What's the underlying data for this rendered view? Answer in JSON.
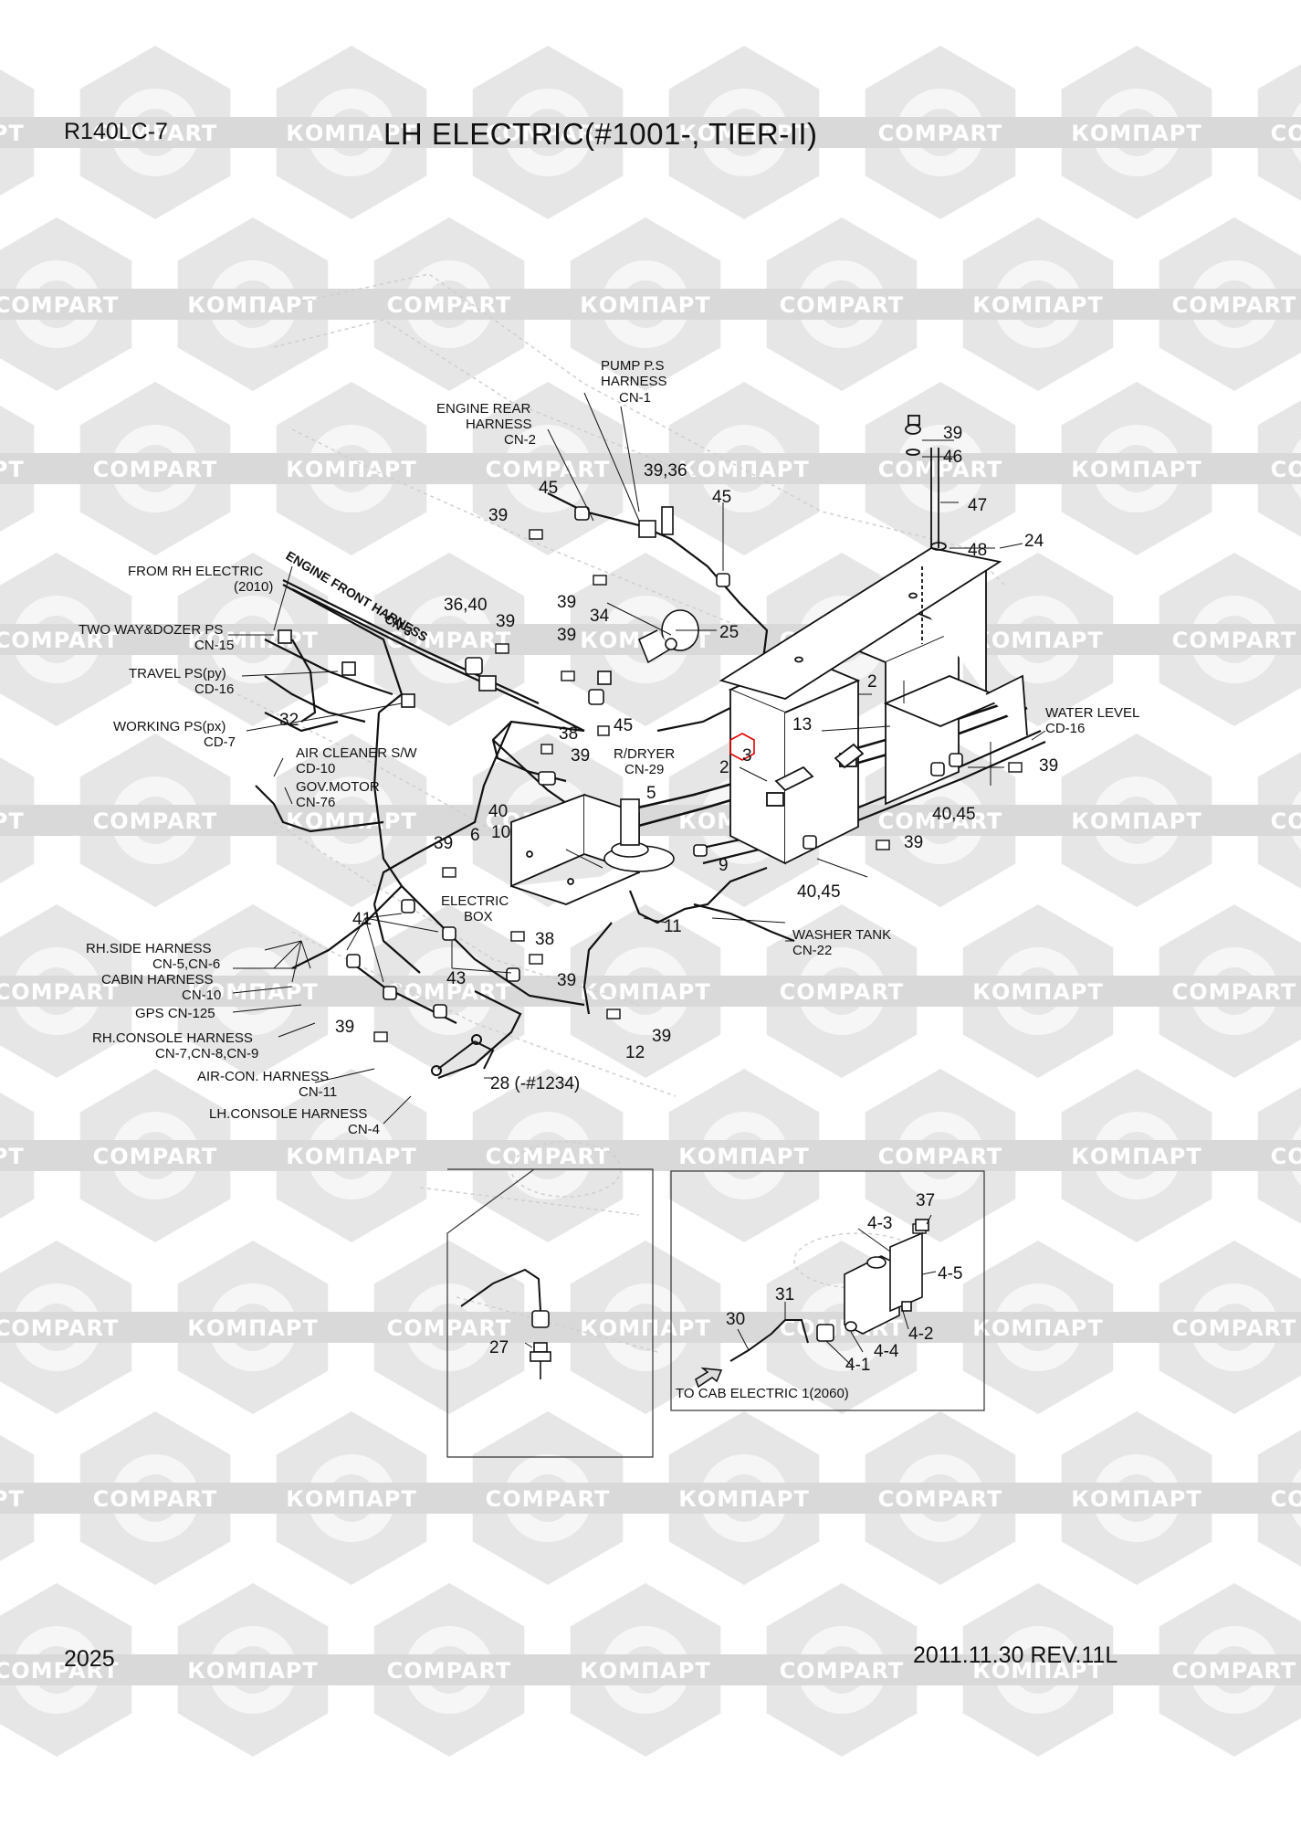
{
  "header": {
    "model": "R140LC-7",
    "title": "LH ELECTRIC(#1001-, TIER-II)"
  },
  "footer": {
    "page_number": "2025",
    "date_revision": "2011.11.30  REV.11L"
  },
  "watermark": {
    "text_cyrillic": "КОМПАРТ",
    "text_latin": "COMPART"
  },
  "notes": {
    "pump_ps": [
      "PUMP P.S",
      "HARNESS",
      "CN-1"
    ],
    "engine_rear": [
      "ENGINE REAR",
      "HARNESS",
      "CN-2"
    ],
    "from_rh": [
      "FROM RH ELECTRIC",
      "(2010)"
    ],
    "engine_front": "ENGINE FRONT HARNESS",
    "engine_front_cn": "CN-3",
    "two_way": [
      "TWO WAY&DOZER PS",
      "CN-15"
    ],
    "travel_ps": [
      "TRAVEL PS(py)",
      "CD-16"
    ],
    "working_ps": [
      "WORKING PS(px)",
      "CD-7"
    ],
    "air_cleaner": [
      "AIR CLEANER S/W",
      "CD-10"
    ],
    "gov_motor": [
      "GOV.MOTOR",
      "CN-76"
    ],
    "r_dryer": [
      "R/DRYER",
      "CN-29"
    ],
    "water_level": [
      "WATER LEVEL",
      "CD-16"
    ],
    "electric_box": [
      "ELECTRIC",
      "BOX"
    ],
    "washer_tank": [
      "WASHER TANK",
      "CN-22"
    ],
    "rh_side": [
      "RH.SIDE HARNESS",
      "CN-5,CN-6"
    ],
    "cabin": [
      "CABIN HARNESS",
      "CN-10"
    ],
    "gps": "GPS CN-125",
    "rh_console": [
      "RH.CONSOLE HARNESS",
      "CN-7,CN-8,CN-9"
    ],
    "air_con": [
      "AIR-CON. HARNESS",
      "CN-11"
    ],
    "lh_console": [
      "LH.CONSOLE HARNESS",
      "CN-4"
    ],
    "to_cab": "TO CAB ELECTRIC 1(2060)"
  },
  "callouts": {
    "c39_top": "39",
    "c46": "46",
    "c47": "47",
    "c48": "48",
    "c24": "24",
    "c45_a": "45",
    "c39_a": "39",
    "c39_36": "39,36",
    "c45_b": "45",
    "c39_b": "39",
    "c34": "34",
    "c25": "25",
    "c39_c": "39",
    "c36_40": "36,40",
    "c39_d": "39",
    "c45_c": "45",
    "c38_a": "38",
    "c39_e": "39",
    "c13": "13",
    "c2_a": "2",
    "c2_b": "2",
    "c3": "3",
    "c39_f": "39",
    "c5": "5",
    "c40_10": [
      "40",
      "10"
    ],
    "c6": "6",
    "c39_g": "39",
    "c40_45_a": "40,45",
    "c39_h": "39",
    "c40_45_b": "40,45",
    "c9": "9",
    "c11": "11",
    "c38_b": "38",
    "c39_i": "39",
    "c41": "41",
    "c43": "43",
    "c39_j": "39",
    "c39_k": "39",
    "c12": "12",
    "c28": "28 (-#1234)",
    "c32": "32",
    "c27": "27",
    "c37": "37",
    "c4_3": "4-3",
    "c4_5": "4-5",
    "c31": "31",
    "c30": "30",
    "c4_2": "4-2",
    "c4_4": "4-4",
    "c4_1": "4-1"
  },
  "colors": {
    "line": "#111111",
    "ghost_line": "#c8c8c8",
    "watermark_shape": "#e6e6e6",
    "watermark_band": "#d9d9d9",
    "highlight": "#e00000"
  }
}
